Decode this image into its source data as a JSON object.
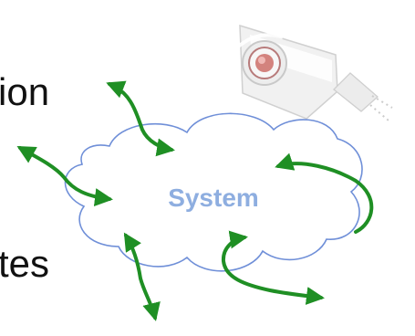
{
  "diagram": {
    "center_label": "System",
    "fragments": {
      "top": "ion",
      "bottom": "tes"
    },
    "colors": {
      "cloud_stroke": "#6f8fd8",
      "cloud_fill": "#ffffff",
      "label": "#8eaee0",
      "arrow": "#1f8f24",
      "text": "#111111"
    },
    "icons": {
      "camera": "security-camera-icon"
    }
  }
}
